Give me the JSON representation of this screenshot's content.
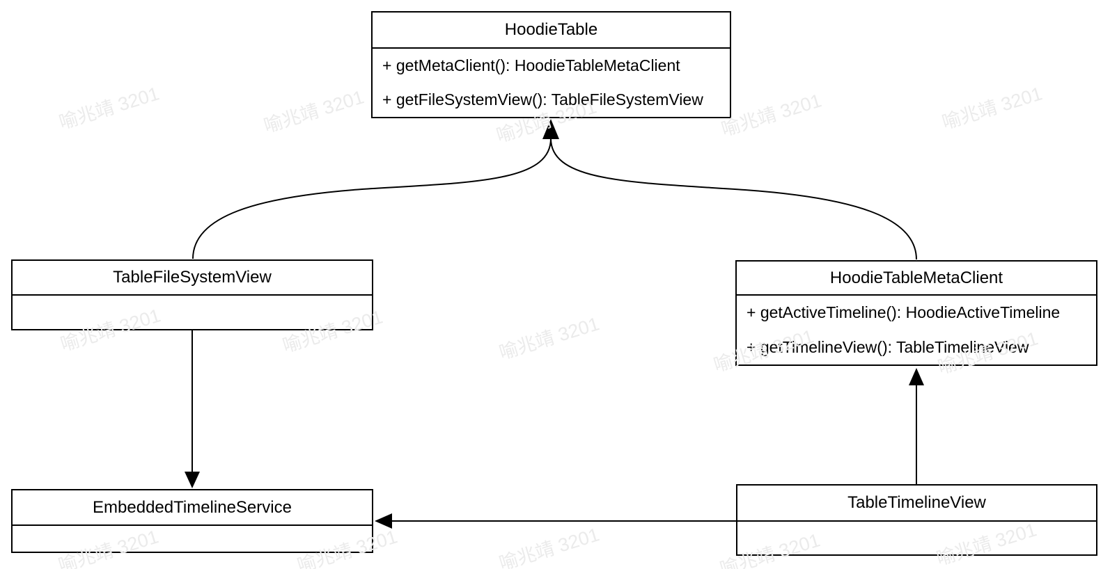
{
  "diagram": {
    "type": "uml-class-diagram",
    "background_color": "#ffffff",
    "line_color": "#000000",
    "classes": [
      {
        "name": "HoodieTable",
        "methods": [
          "+ getMetaClient(): HoodieTableMetaClient",
          "+ getFileSystemView(): TableFileSystemView"
        ]
      },
      {
        "name": "TableFileSystemView",
        "methods": []
      },
      {
        "name": "HoodieTableMetaClient",
        "methods": [
          "+ getActiveTimeline(): HoodieActiveTimeline",
          "+ getTimelineView(): TableTimelineView"
        ]
      },
      {
        "name": "EmbeddedTimelineService",
        "methods": []
      },
      {
        "name": "TableTimelineView",
        "methods": []
      }
    ],
    "relationships": [
      {
        "from": "TableFileSystemView",
        "to": "HoodieTable",
        "style": "curved-arrow"
      },
      {
        "from": "HoodieTableMetaClient",
        "to": "HoodieTable",
        "style": "curved-arrow"
      },
      {
        "from": "TableFileSystemView",
        "to": "EmbeddedTimelineService",
        "style": "straight-arrow"
      },
      {
        "from": "TableTimelineView",
        "to": "HoodieTableMetaClient",
        "style": "straight-arrow"
      },
      {
        "from": "TableTimelineView",
        "to": "EmbeddedTimelineService",
        "style": "straight-arrow"
      }
    ]
  },
  "watermark": {
    "text": "喻兆靖 3201",
    "color": "#ebebeb"
  }
}
